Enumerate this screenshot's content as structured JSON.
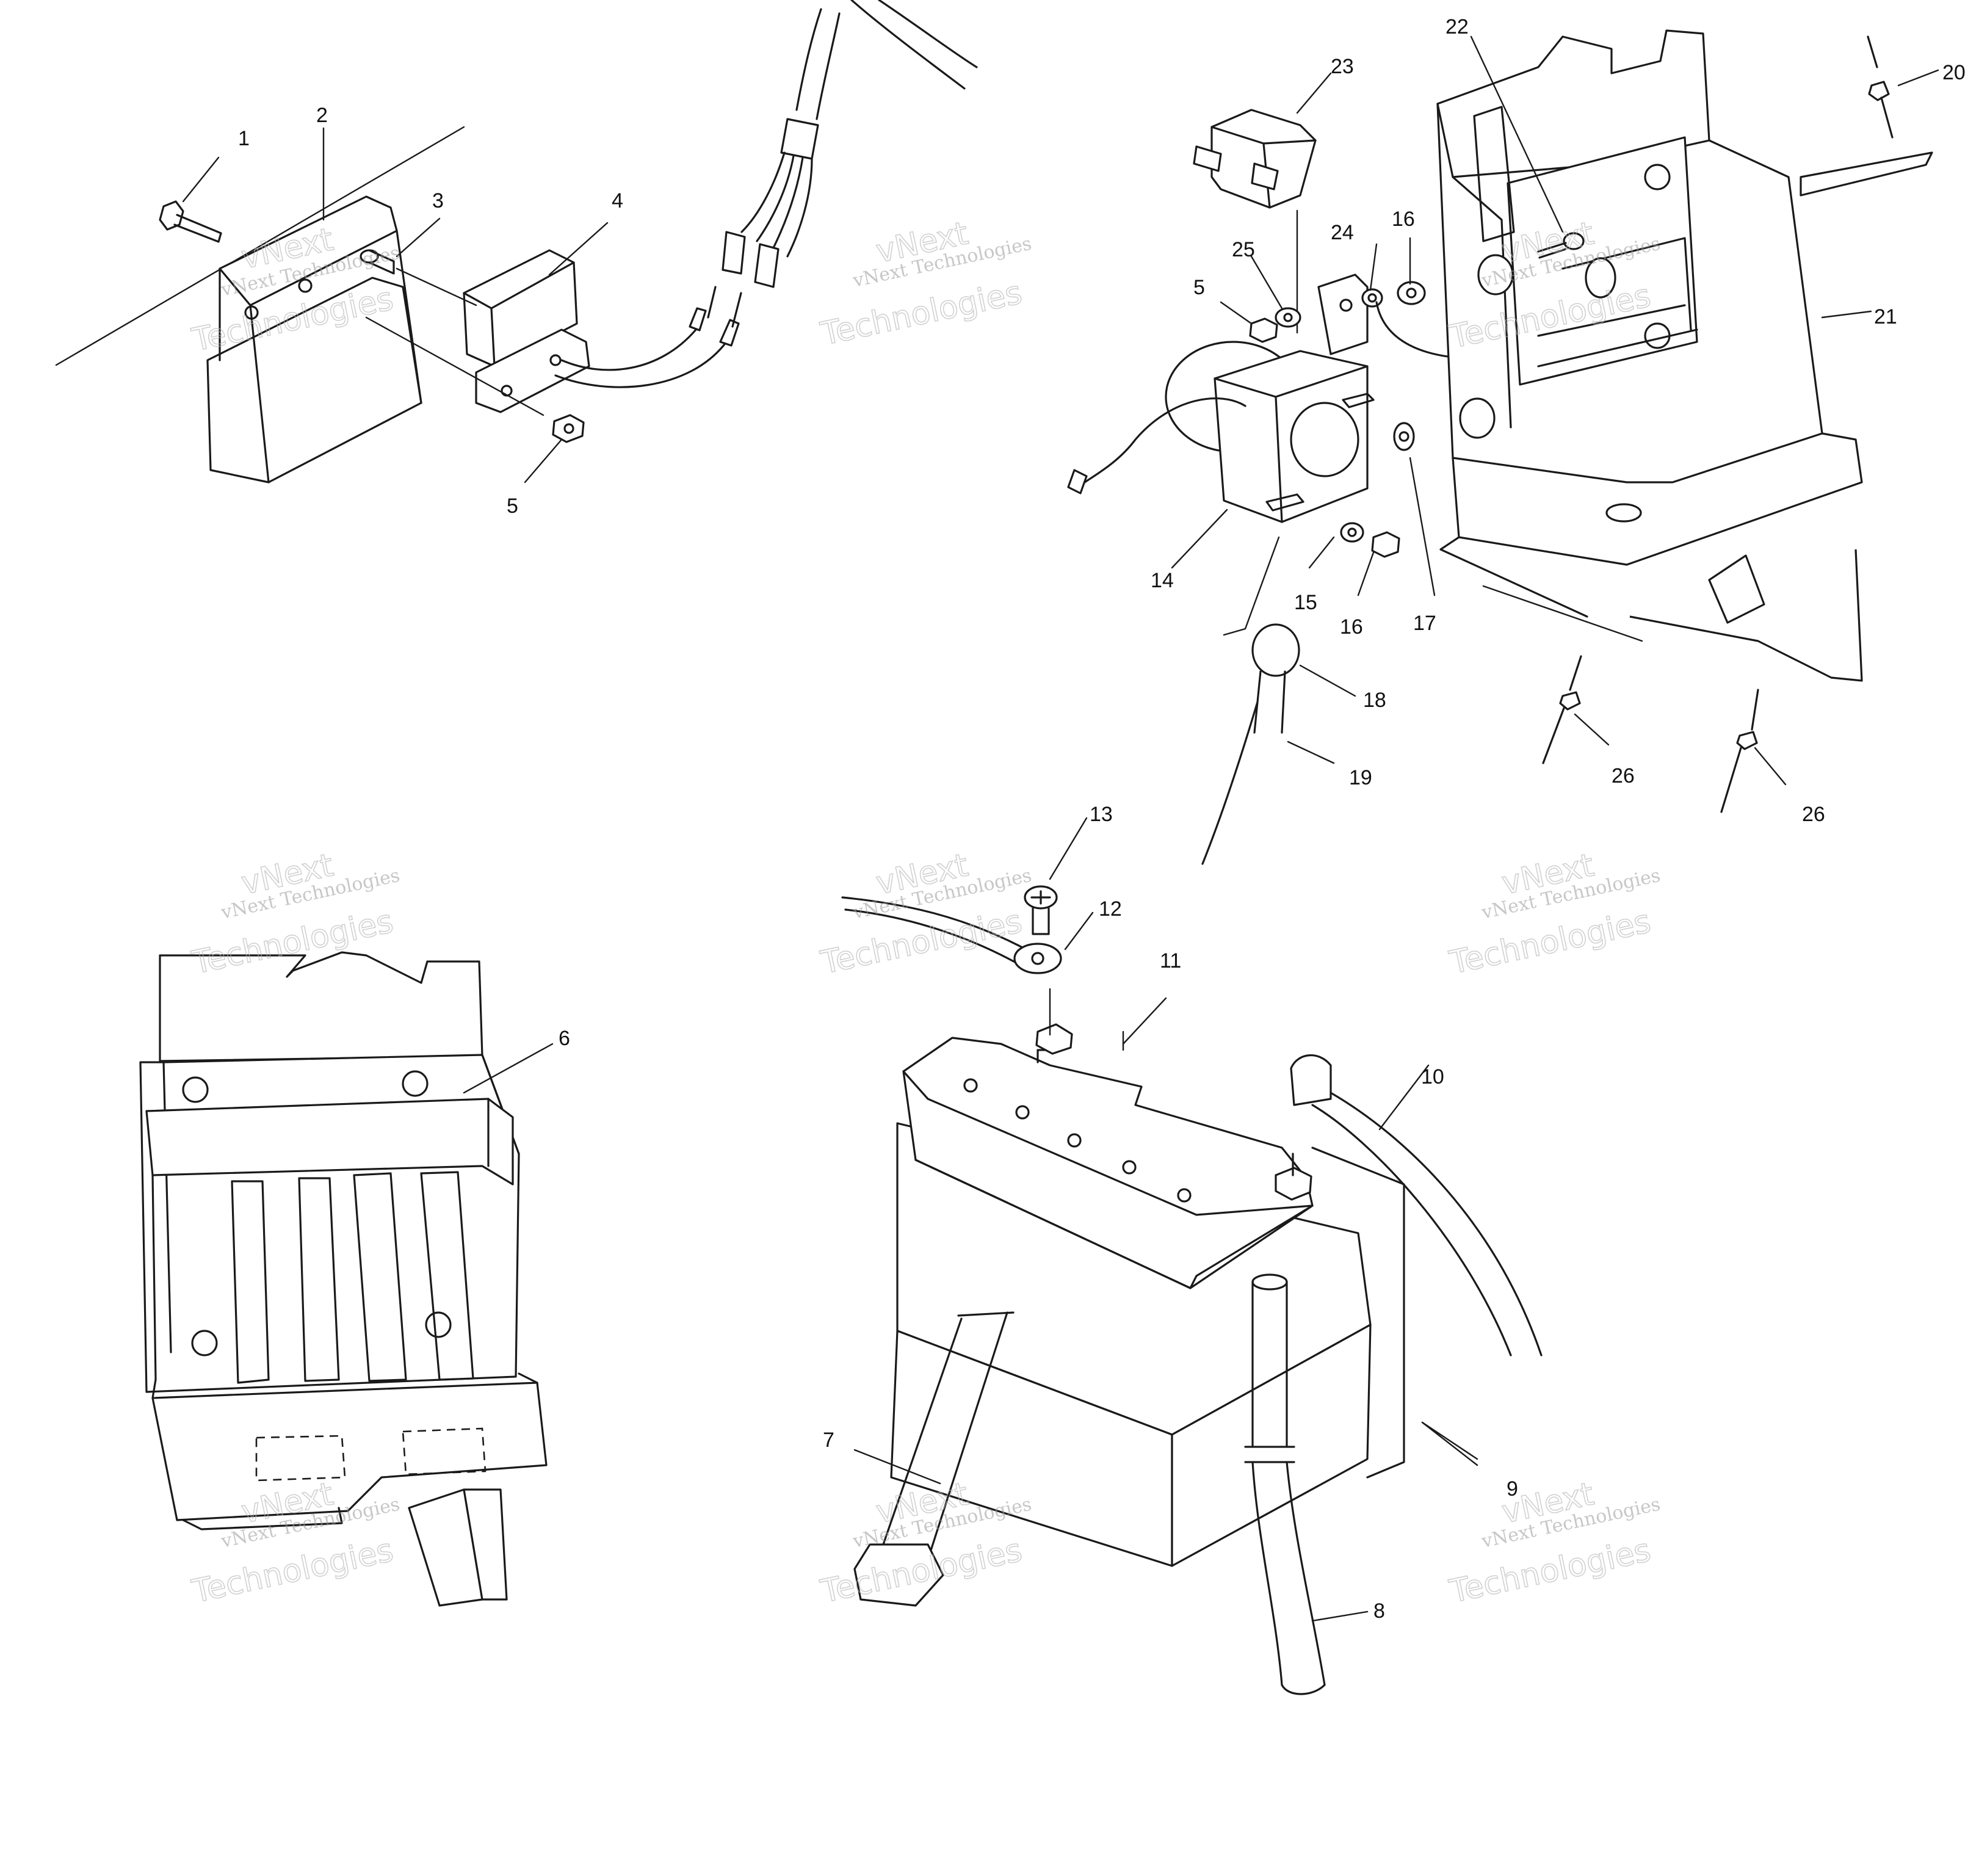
{
  "callouts": [
    "1",
    "2",
    "3",
    "4",
    "5",
    "5",
    "6",
    "7",
    "8",
    "9",
    "10",
    "11",
    "12",
    "13",
    "14",
    "15",
    "16",
    "16",
    "17",
    "18",
    "19",
    "20",
    "21",
    "22",
    "23",
    "24",
    "25",
    "26",
    "26"
  ],
  "watermark": {
    "line1": "vNext Technologies",
    "line2": "vNext",
    "line3": "Technologies"
  },
  "colors": {
    "ink": "#1a1a1a",
    "paper": "#ffffff",
    "watermark": "#9a9a9a"
  }
}
